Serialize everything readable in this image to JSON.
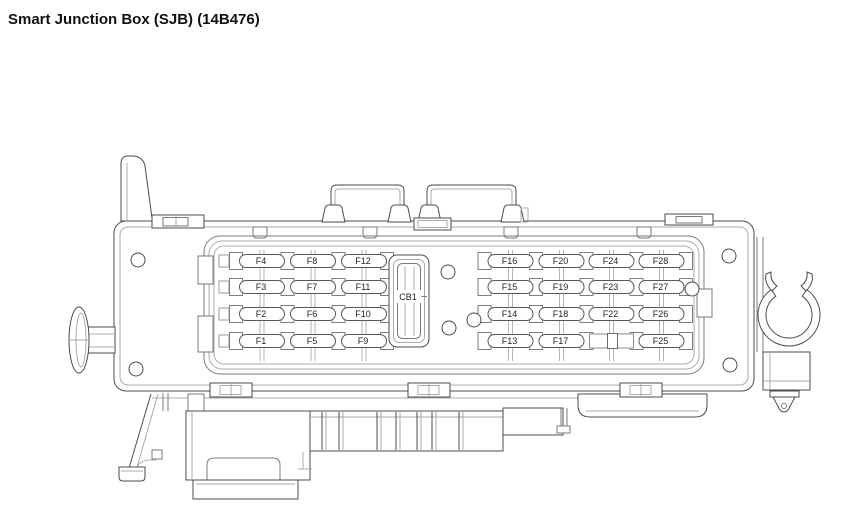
{
  "title": "Smart Junction Box (SJB) (14B476)",
  "diagram": {
    "breaker_label": "CB1",
    "left_block_grid": [
      [
        "F4",
        "F8",
        "F12"
      ],
      [
        "F3",
        "F7",
        "F11"
      ],
      [
        "F2",
        "F6",
        "F10"
      ],
      [
        "F1",
        "F5",
        "F9"
      ]
    ],
    "right_block_grid": [
      [
        "F16",
        "F20",
        "F24",
        "F28"
      ],
      [
        "F15",
        "F19",
        "F23",
        "F27"
      ],
      [
        "F14",
        "F18",
        "F22",
        "F26"
      ],
      [
        "F13",
        "F17",
        null,
        "F25"
      ]
    ]
  },
  "colors": {
    "outline_dark": "#4b4b4b",
    "outline_mid": "#7a7a7a",
    "outline_light": "#ababab",
    "background": "#ffffff"
  }
}
